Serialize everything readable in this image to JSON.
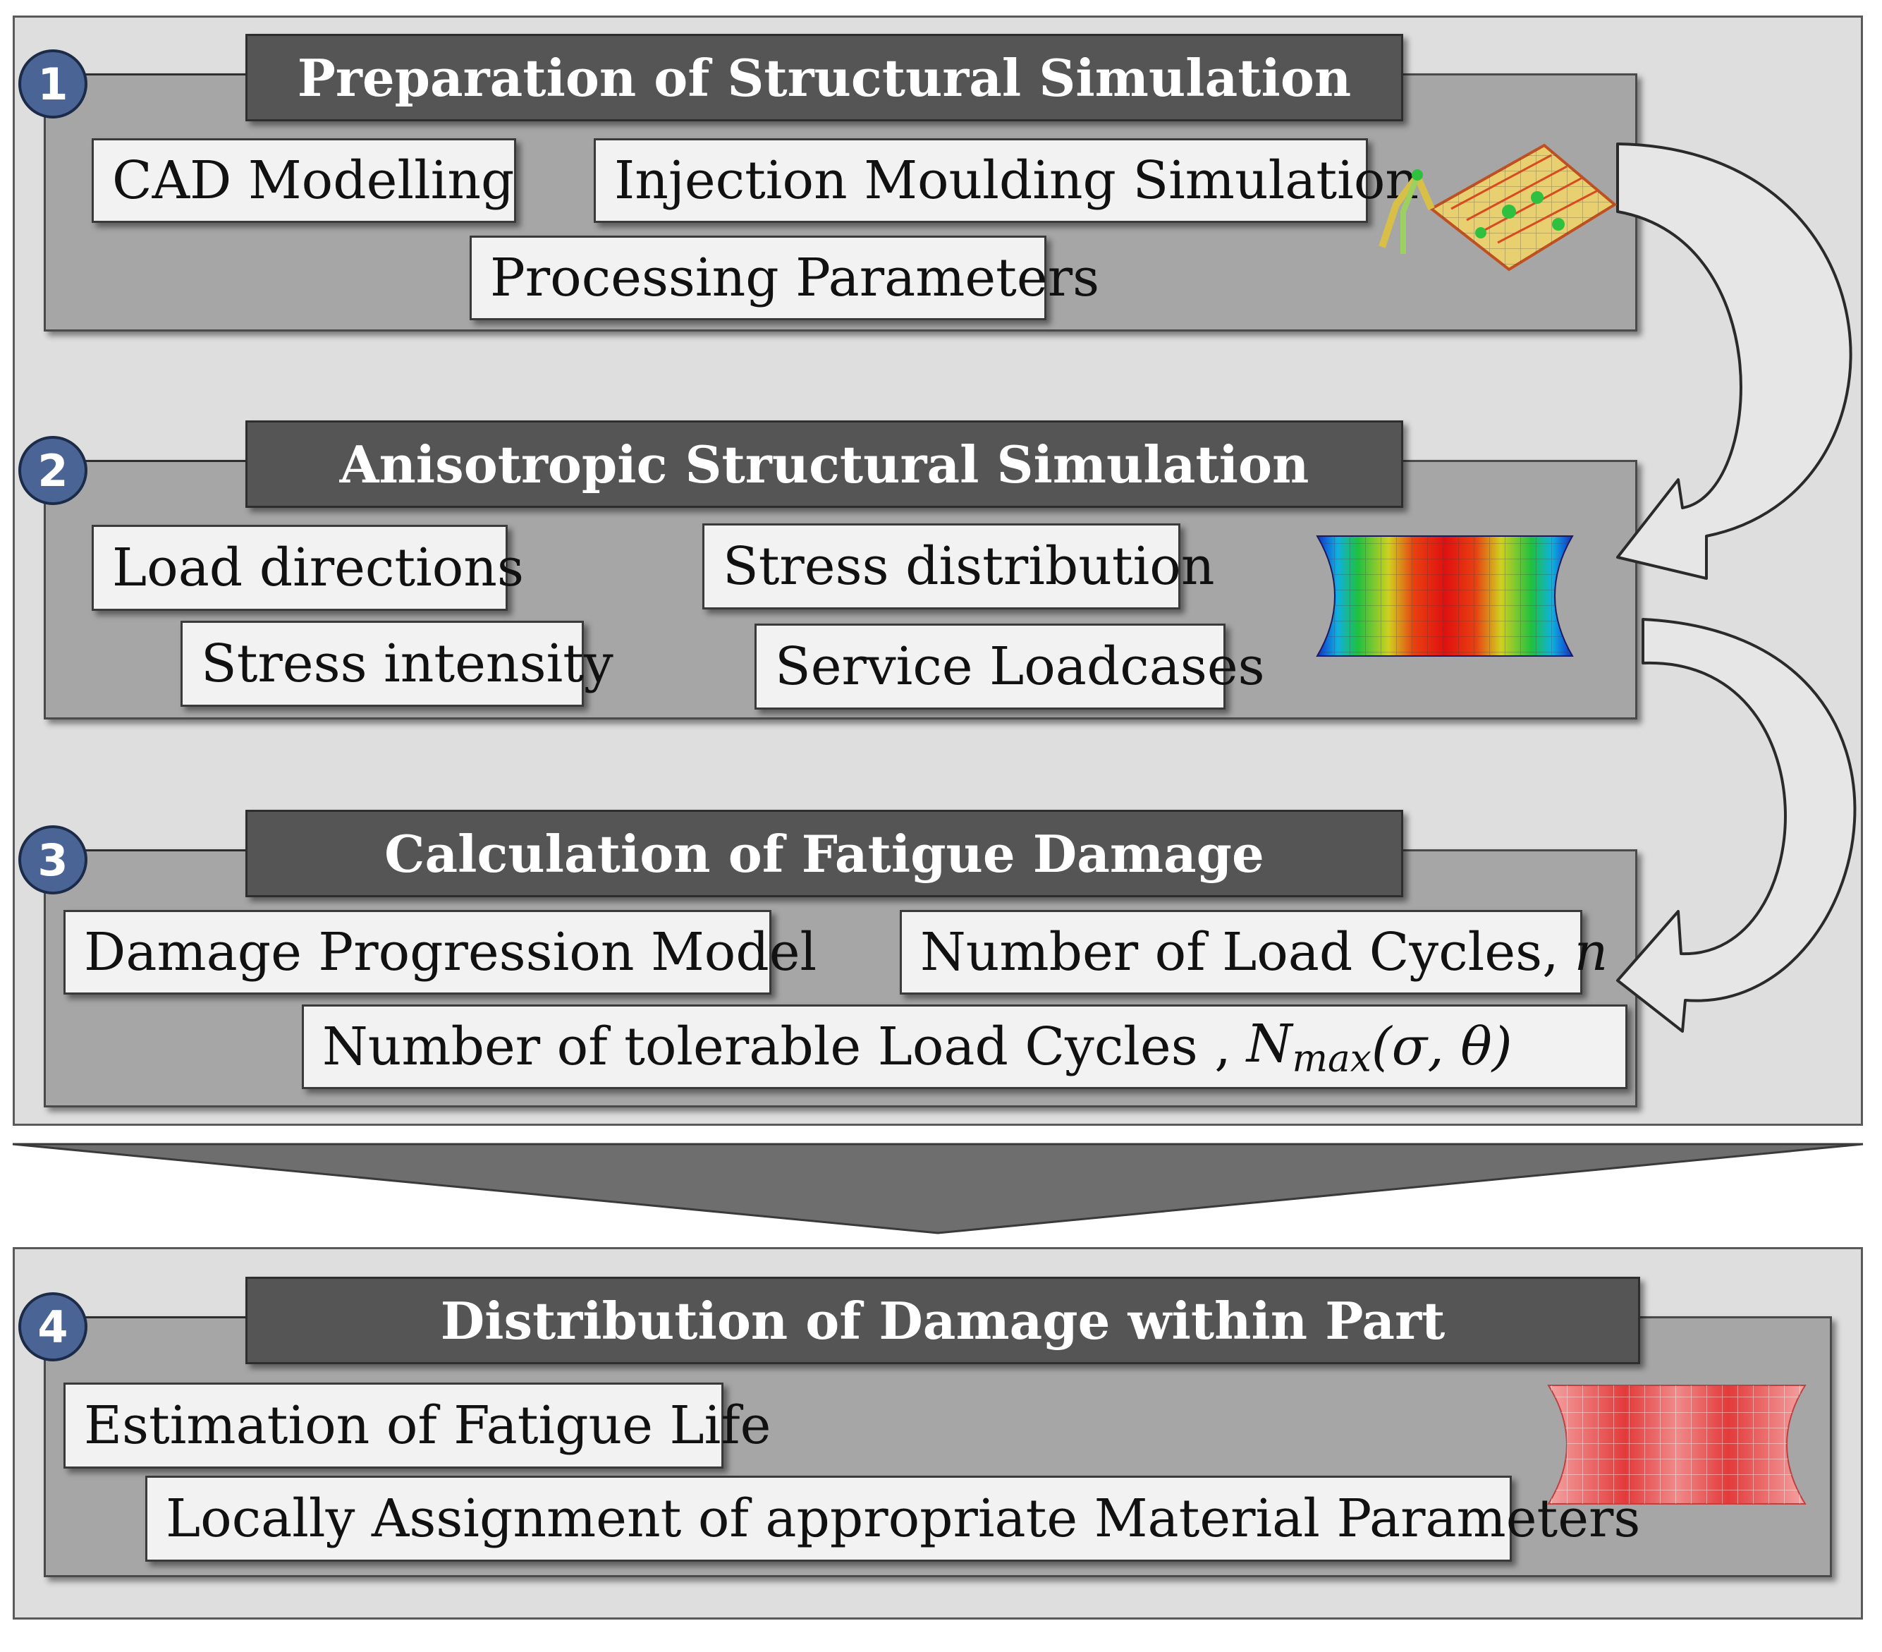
{
  "stages": [
    {
      "number": "1",
      "title": "Preparation of Structural Simulation",
      "items": [
        "CAD Modelling",
        "Injection Moulding Simulation",
        "Processing Parameters"
      ]
    },
    {
      "number": "2",
      "title": "Anisotropic Structural Simulation",
      "items": [
        "Load directions",
        "Stress distribution",
        "Stress intensity",
        "Service Loadcases"
      ]
    },
    {
      "number": "3",
      "title": "Calculation of Fatigue Damage",
      "items": [
        "Damage Progression Model",
        "Number of Load Cycles,",
        "Number of tolerable Load Cycles ,"
      ],
      "math": {
        "n": "n",
        "N": "N",
        "N_sub": "max",
        "args": "(σ, θ)"
      }
    },
    {
      "number": "4",
      "title": "Distribution of Damage within Part",
      "items": [
        "Estimation of Fatigue Life",
        "Locally Assignment of appropriate Material Parameters"
      ]
    }
  ],
  "colors": {
    "badge": "#4a6496",
    "title_bar": "#555555",
    "panel": "#a6a6a6",
    "outer": "#dedede",
    "item_box": "#f2f2f2"
  }
}
